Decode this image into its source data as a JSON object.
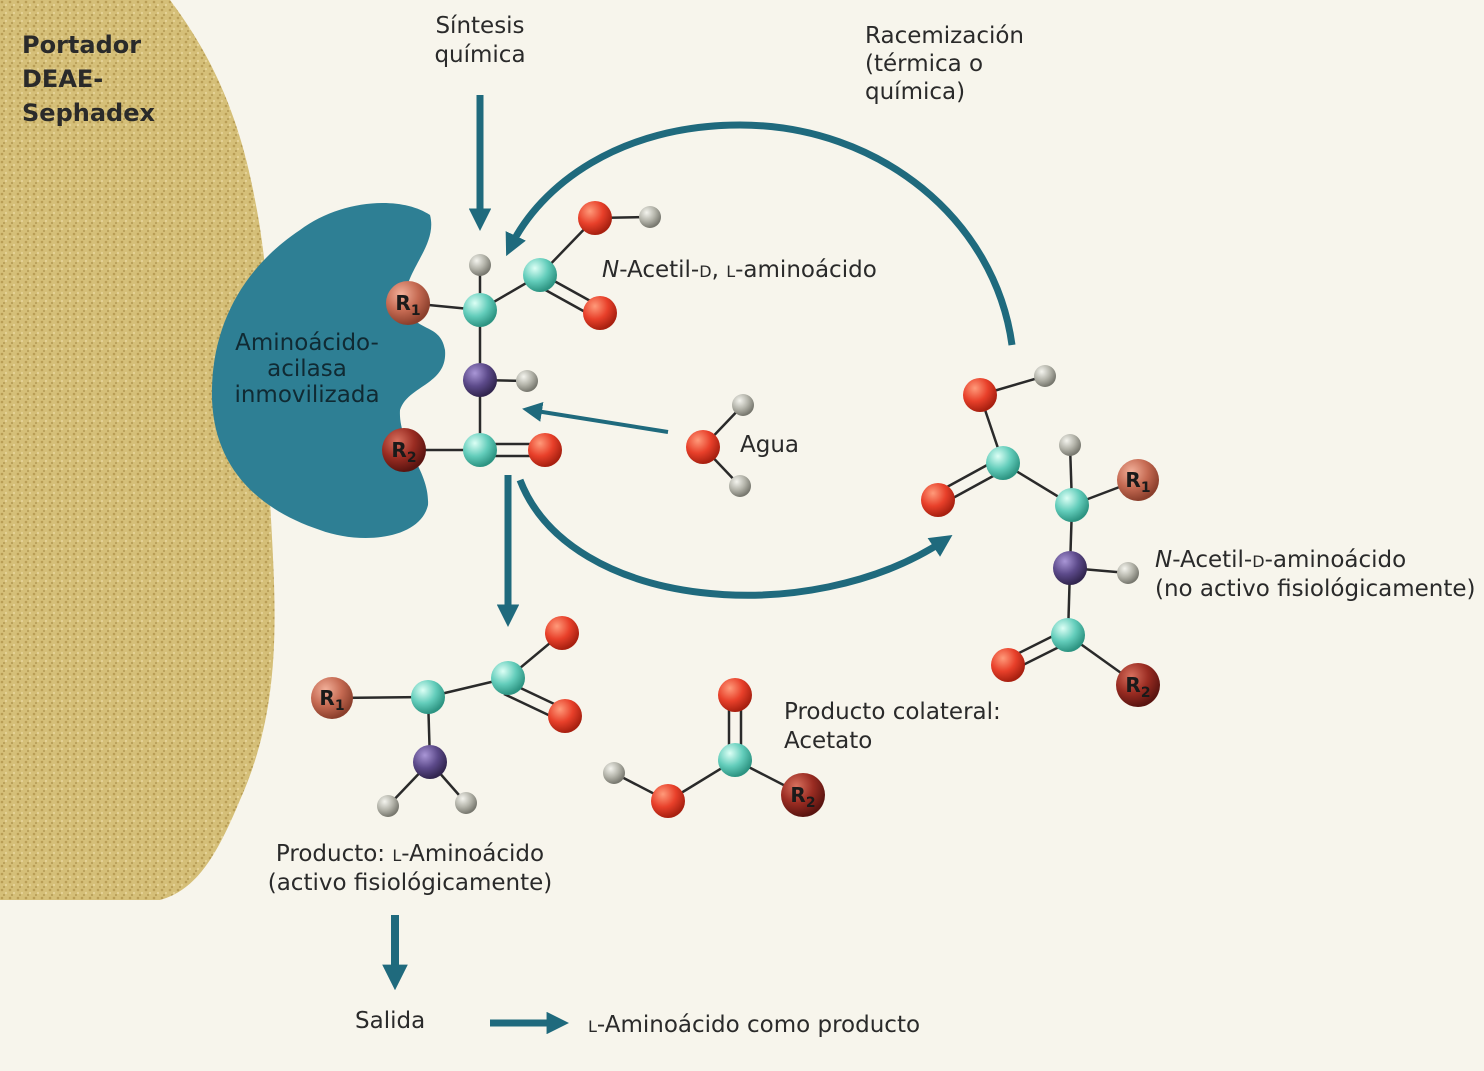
{
  "labels": {
    "carrier": [
      "Portador",
      "DEAE-",
      "Sephadex"
    ],
    "chemical_synthesis": [
      "Síntesis",
      "química"
    ],
    "racemization": [
      "Racemización",
      "(térmica o",
      "química)"
    ],
    "enzyme": [
      "Aminoácido-",
      "acilasa",
      "inmovilizada"
    ],
    "substrate": {
      "prefix": "N",
      "rest": "-Acetil-",
      "d": "d",
      "comma": ", ",
      "l": "l",
      "tail": "-aminoácido"
    },
    "water": "Agua",
    "d_form": {
      "prefix": "N",
      "rest": "-Acetil-",
      "d": "d",
      "tail": "-aminoácido",
      "line2": "(no activo fisiológicamente)"
    },
    "byproduct": [
      "Producto colateral:",
      "Acetato"
    ],
    "product": {
      "pre": "Producto: ",
      "l": "l",
      "tail": "-Aminoácido",
      "line2": "(activo fisiológicamente)"
    },
    "exit": "Salida",
    "final": {
      "l": "l",
      "tail": "-Aminoácido como producto"
    }
  },
  "atom_labels": {
    "r1": "R1",
    "r2": "R2"
  },
  "colors": {
    "arrow": "#1f6a7d",
    "enzyme": "#2e7f94",
    "carrier": "#d5bf78",
    "oxygen": "#e8402a",
    "carbon": "#63cdbb",
    "nitrogen": "#5c4a8a",
    "hydrogen": "#b4b4aa",
    "r1": "#c56a52",
    "r2": "#9a2c22"
  }
}
